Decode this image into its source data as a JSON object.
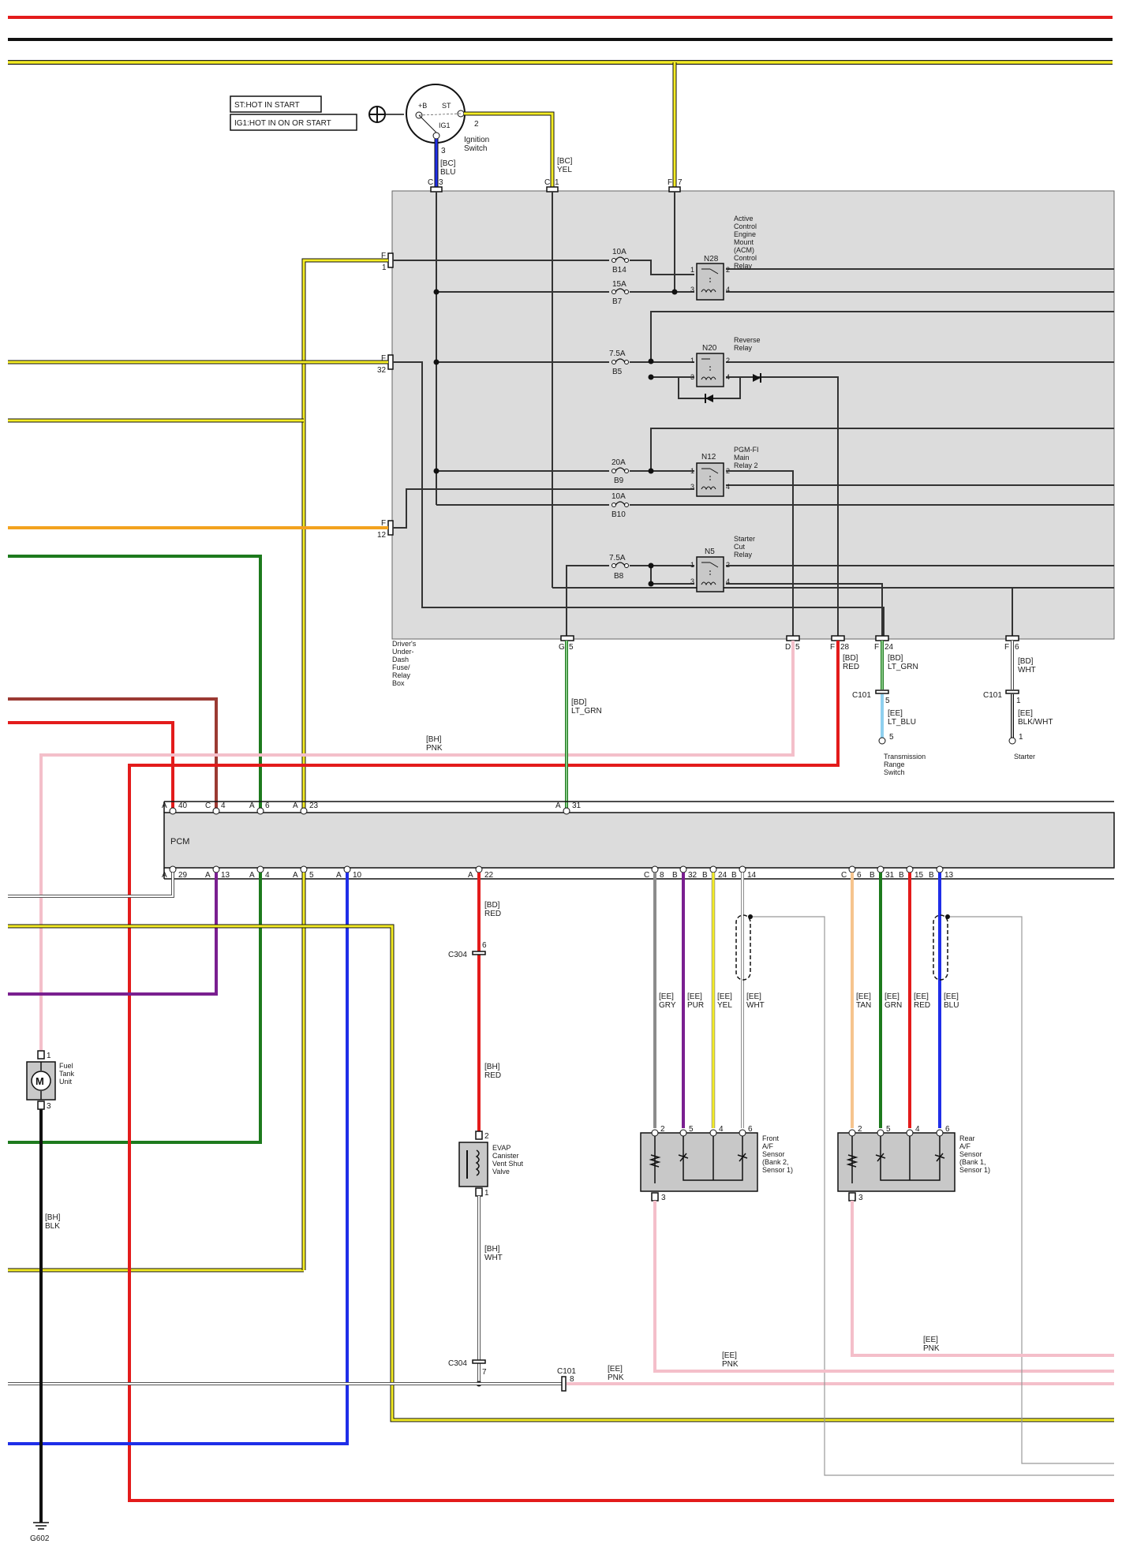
{
  "legend": {
    "st": "ST:HOT IN START",
    "ig1": "IG1:HOT IN ON OR START"
  },
  "ignition": {
    "name": "Ignition",
    "name2": "Switch",
    "term_b": "+B",
    "term_st": "ST",
    "term_ig1": "IG1",
    "pin3": "3",
    "pin2": "2",
    "wire_bc_blu": [
      "[BC]",
      "BLU"
    ],
    "wire_bc_yel": [
      "[BC]",
      "YEL"
    ]
  },
  "fusebox": {
    "label": [
      "Driver's",
      "Under-",
      "Dash",
      "Fuse/",
      "Relay",
      "Box"
    ],
    "conn_top": [
      {
        "con": "C",
        "pin": "3"
      },
      {
        "con": "C",
        "pin": "1"
      },
      {
        "con": "F",
        "pin": "7"
      }
    ],
    "conn_left": [
      {
        "con": "F",
        "pin": "1"
      },
      {
        "con": "F",
        "pin": "32"
      },
      {
        "con": "F",
        "pin": "12"
      }
    ],
    "fuses": [
      {
        "amp": "10A",
        "id": "B14"
      },
      {
        "amp": "15A",
        "id": "B7"
      },
      {
        "amp": "7.5A",
        "id": "B5"
      },
      {
        "amp": "20A",
        "id": "B9"
      },
      {
        "amp": "10A",
        "id": "B10"
      },
      {
        "amp": "7.5A",
        "id": "B8"
      }
    ],
    "relays": [
      {
        "id": "N28",
        "desc": [
          "Active",
          "Control",
          "Engine",
          "Mount",
          "(ACM)",
          "Control",
          "Relay"
        ]
      },
      {
        "id": "N20",
        "desc": [
          "Reverse",
          "Relay"
        ]
      },
      {
        "id": "N12",
        "desc": [
          "PGM-FI",
          "Main",
          "Relay 2"
        ]
      },
      {
        "id": "N5",
        "desc": [
          "Starter",
          "Cut",
          "Relay"
        ]
      }
    ],
    "relay_pins": [
      "1",
      "2",
      "3",
      "4"
    ],
    "conn_bottom": [
      {
        "con": "G",
        "pin": "5"
      },
      {
        "con": "D",
        "pin": "5"
      },
      {
        "con": "F",
        "pin": "28"
      },
      {
        "con": "F",
        "pin": "24"
      },
      {
        "con": "F",
        "pin": "6"
      }
    ]
  },
  "wires": {
    "bd_ltgrn": [
      "[BD]",
      "LT_GRN"
    ],
    "bd_red": [
      "[BD]",
      "RED"
    ],
    "bd_ltgrn2": [
      "[BD]",
      "LT_GRN"
    ],
    "bd_wht": [
      "[BD]",
      "WHT"
    ],
    "bh_pnk": [
      "[BH]",
      "PNK"
    ],
    "ee_ltblu": [
      "[EE]",
      "LT_BLU"
    ],
    "ee_blkwht": [
      "[EE]",
      "BLK/WHT"
    ],
    "c101_a": "C101",
    "c101_a_pin_top": "5",
    "c101_b": "C101",
    "c101_b_pin_top": "1",
    "trs_pin": "5",
    "starter_pin": "1"
  },
  "trs": [
    "Transmission",
    "Range",
    "Switch"
  ],
  "starter": "Starter",
  "pcm": {
    "name": "PCM",
    "top_pins": [
      {
        "con": "A",
        "pin": "40"
      },
      {
        "con": "C",
        "pin": "4"
      },
      {
        "con": "A",
        "pin": "6"
      },
      {
        "con": "A",
        "pin": "23"
      },
      {
        "con": "A",
        "pin": "31"
      }
    ],
    "bottom_pins": [
      {
        "con": "A",
        "pin": "29"
      },
      {
        "con": "A",
        "pin": "13"
      },
      {
        "con": "A",
        "pin": "4"
      },
      {
        "con": "A",
        "pin": "5"
      },
      {
        "con": "A",
        "pin": "10"
      },
      {
        "con": "A",
        "pin": "22"
      },
      {
        "con": "C",
        "pin": "8"
      },
      {
        "con": "B",
        "pin": "32"
      },
      {
        "con": "B",
        "pin": "24"
      },
      {
        "con": "B",
        "pin": "14"
      },
      {
        "con": "C",
        "pin": "6"
      },
      {
        "con": "B",
        "pin": "31"
      },
      {
        "con": "B",
        "pin": "15"
      },
      {
        "con": "B",
        "pin": "13"
      }
    ]
  },
  "evap": {
    "wire1": [
      "[BD]",
      "RED"
    ],
    "c304_top": "C304",
    "c304_top_pin": "6",
    "wire2": [
      "[BH]",
      "RED"
    ],
    "pin2": "2",
    "pin1": "1",
    "label": [
      "EVAP",
      "Canister",
      "Vent Shut",
      "Valve"
    ],
    "wire3": [
      "[BH]",
      "WHT"
    ],
    "c304_bot": "C304",
    "c304_bot_pin": "7"
  },
  "c101_low": {
    "name": "C101",
    "pin": "8",
    "wire": [
      "[EE]",
      "PNK"
    ]
  },
  "front_sensor": {
    "label": [
      "Front",
      "A/F",
      "Sensor",
      "(Bank 2,",
      "Sensor 1)"
    ],
    "wires": [
      [
        "[EE]",
        "GRY"
      ],
      [
        "[EE]",
        "PUR"
      ],
      [
        "[EE]",
        "YEL"
      ],
      [
        "[EE]",
        "WHT"
      ]
    ],
    "pins": [
      "2",
      "5",
      "4",
      "6"
    ],
    "pin_bottom": "3",
    "pnk": [
      "[EE]",
      "PNK"
    ]
  },
  "rear_sensor": {
    "label": [
      "Rear",
      "A/F",
      "Sensor",
      "(Bank 1,",
      "Sensor 1)"
    ],
    "wires": [
      [
        "[EE]",
        "TAN"
      ],
      [
        "[EE]",
        "GRN"
      ],
      [
        "[EE]",
        "RED"
      ],
      [
        "[EE]",
        "BLU"
      ]
    ],
    "pins": [
      "2",
      "5",
      "4",
      "6"
    ],
    "pin_bottom": "3",
    "pnk": [
      "[EE]",
      "PNK"
    ]
  },
  "fuel_tank": {
    "label": [
      "Fuel",
      "Tank",
      "Unit"
    ],
    "pin1": "1",
    "pin3": "3",
    "wire": [
      "[BH]",
      "BLK"
    ],
    "ground": "G602"
  },
  "colors": {
    "red": "#e31b1b",
    "black": "#111111",
    "yellow": "#f4ec24",
    "blue": "#1f2ee8",
    "green": "#1d7a1d",
    "orange": "#f3a21e",
    "brown": "#9b3a33",
    "pink": "#f4bfca",
    "purple": "#7a1f90",
    "gray": "#8c8c8c",
    "tan": "#f6c48e",
    "ltblue": "#8fd0ef",
    "ltgreen": "#7fcf7f",
    "boxfill": "#dcdcdc"
  }
}
